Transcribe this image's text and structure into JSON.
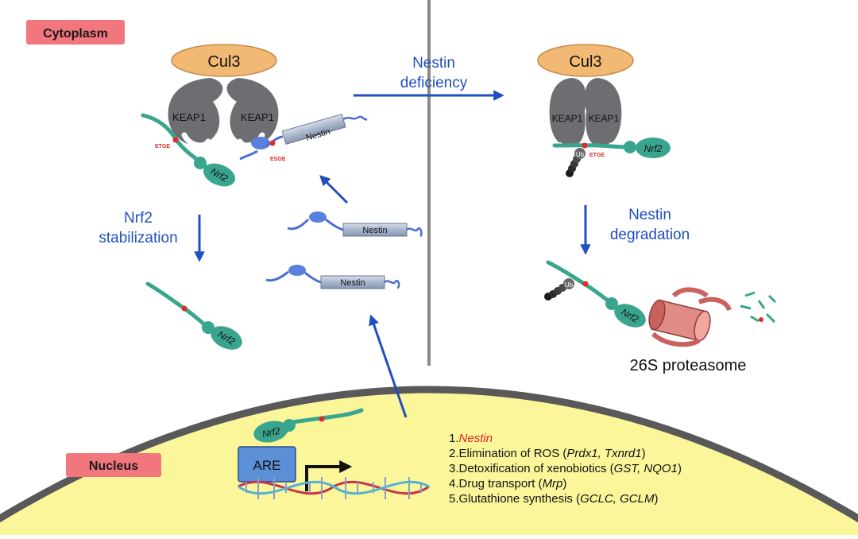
{
  "labels": {
    "cytoplasm": "Cytoplasm",
    "nucleus": "Nucleus",
    "cul3": "Cul3",
    "keap1": "KEAP1",
    "nrf2": "Nrf2",
    "nestin": "Nestin",
    "etge": "ETGE",
    "esge": "ESGE",
    "ub": "Ub",
    "are": "ARE",
    "proteasome": "26S proteasome"
  },
  "arrows": {
    "nestin_deficiency": [
      "Nestin",
      "deficiency"
    ],
    "nrf2_stabilization": [
      "Nrf2",
      "stabilization"
    ],
    "nestin_degradation": [
      "Nestin",
      "degradation"
    ]
  },
  "target_genes": [
    {
      "num": "1.",
      "text": "",
      "genes": "Nestin",
      "after": "",
      "red": true
    },
    {
      "num": "2.",
      "text": "Elimination of ROS (",
      "genes": "Prdx1, Txnrd1",
      "after": ")"
    },
    {
      "num": "3.",
      "text": "Detoxification of xenobiotics (",
      "genes": "GST, NQO1",
      "after": ")"
    },
    {
      "num": "4.",
      "text": "Drug transport (",
      "genes": "Mrp",
      "after": ")"
    },
    {
      "num": "5.",
      "text": "Glutathione synthesis (",
      "genes": "GCLC, GCLM",
      "after": ")"
    }
  ],
  "colors": {
    "arrow_blue": "#1f4fc0",
    "nrf2_teal": "#3aa58f",
    "keap1_gray": "#6d6e71",
    "cul3_orange": "#f2b974",
    "nucleus_yellow": "#fbf69a",
    "tag_red": "#f2767e",
    "are_blue": "#5b8fd6",
    "nestin_red": "#e32420"
  }
}
